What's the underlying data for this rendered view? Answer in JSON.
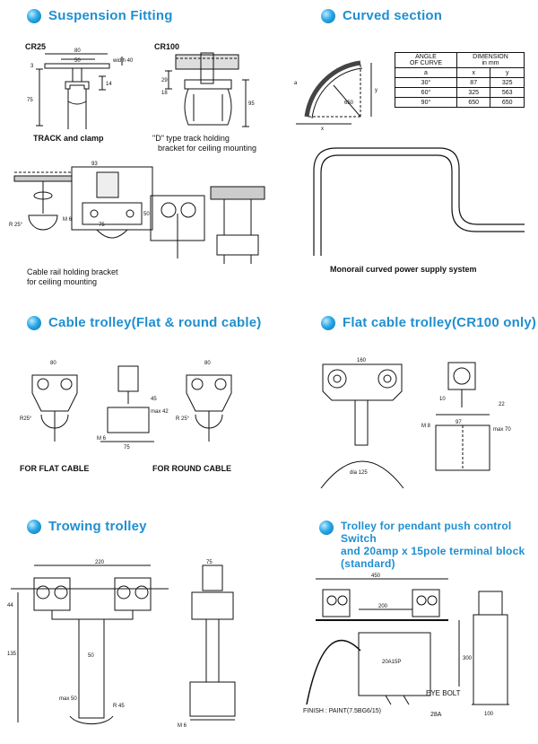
{
  "sections": {
    "suspension": {
      "title": "Suspension Fitting",
      "cr25": "CR25",
      "cr100": "CR100",
      "track_caption": "TRACK and clamp",
      "d_caption_1": "\"D\" type track holding",
      "d_caption_2": "bracket for ceiling mounting",
      "cable_caption_1": "Cable rail holding bracket",
      "cable_caption_2": "for ceiling mounting",
      "dims": {
        "d80": "80",
        "d50": "50",
        "width40": "width 40",
        "d3": "3",
        "d75": "75",
        "d14": "14",
        "d29": "29",
        "d18": "18",
        "d95": "95",
        "d93": "93",
        "m6": "M 6",
        "d75b": "75",
        "r25": "R 25°",
        "d50b": "50"
      }
    },
    "curved": {
      "title": "Curved section",
      "caption": "Monorail curved power supply system",
      "table": {
        "h1": "ANGLE",
        "h1b": "OF CURVE",
        "h2": "DIMENSION",
        "h2b": "in mm",
        "sub": [
          "a",
          "x",
          "y"
        ],
        "rows": [
          [
            "30°",
            "87",
            "325"
          ],
          [
            "60°",
            "325",
            "563"
          ],
          [
            "90°",
            "650",
            "650"
          ]
        ]
      },
      "dims": {
        "a": "a",
        "x": "x",
        "y": "y",
        "r650": "650"
      }
    },
    "cable_trolley": {
      "title": "Cable trolley(Flat & round cable)",
      "flat": "FOR FLAT CABLE",
      "round": "FOR ROUND CABLE",
      "dims": {
        "d80": "80",
        "r25": "R25°",
        "d45": "45",
        "max42": "max 42",
        "m6": "M 6",
        "d75": "75",
        "d80b": "80",
        "r25b": "R 25°"
      }
    },
    "flat_trolley": {
      "title": "Flat cable trolley(CR100 only)",
      "dims": {
        "d160": "160",
        "d10": "10",
        "d22": "22",
        "m8": "M 8",
        "d97": "97",
        "max70": "max 70",
        "dia125": "dia 125"
      }
    },
    "trowing": {
      "title": "Trowing trolley",
      "dims": {
        "d220": "220",
        "d44": "44",
        "d135": "135",
        "d50": "50",
        "max50": "max 50",
        "r45": "R 45",
        "d75": "75",
        "m6": "M 6"
      }
    },
    "pendant": {
      "title_1": "Trolley for pendant push control Switch",
      "title_2": "and 20amp x 15pole terminal block",
      "title_3": "(standard)",
      "dims": {
        "d450": "450",
        "d200": "200",
        "d300": "300",
        "d100": "100",
        "box": "20A15P"
      },
      "eye_bolt": "EYE BOLT",
      "finish": "FINISH : PAINT(7.5BG6/15)",
      "part": "28A"
    }
  }
}
